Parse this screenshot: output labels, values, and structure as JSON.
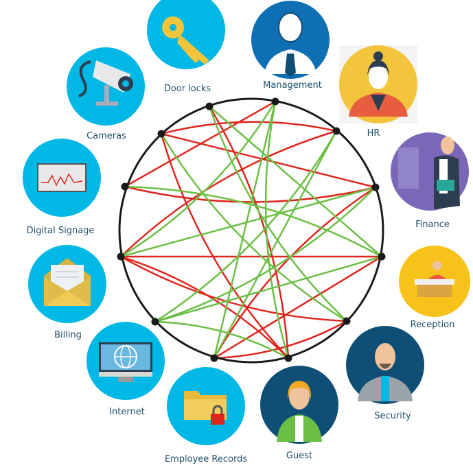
{
  "title": "Network connections between departments and devices",
  "colors": {
    "cyan": "#00b8e6",
    "navy": "#0f4f75",
    "ring": "#1a1a1a",
    "link_ok": "#6cbf45",
    "link_bad": "#e0261c",
    "text": "#1f4e6b"
  },
  "nodes": [
    {
      "id": "door-locks",
      "label": "Door locks",
      "icon": "key-icon"
    },
    {
      "id": "management",
      "label": "Management",
      "icon": "manager-icon"
    },
    {
      "id": "hr",
      "label": "HR",
      "icon": "hr-person-icon"
    },
    {
      "id": "finance",
      "label": "Finance",
      "icon": "finance-person-icon"
    },
    {
      "id": "reception",
      "label": "Reception",
      "icon": "reception-desk-icon"
    },
    {
      "id": "security",
      "label": "Security",
      "icon": "security-guard-icon"
    },
    {
      "id": "guest",
      "label": "Guest",
      "icon": "guest-person-icon"
    },
    {
      "id": "employee-records",
      "label": "Employee Records",
      "icon": "locked-folder-icon"
    },
    {
      "id": "internet",
      "label": "Internet",
      "icon": "globe-monitor-icon"
    },
    {
      "id": "billing",
      "label": "Billing",
      "icon": "envelope-icon"
    },
    {
      "id": "digital-signage",
      "label": "Digital Signage",
      "icon": "signage-screen-icon"
    },
    {
      "id": "cameras",
      "label": "Cameras",
      "icon": "security-camera-icon"
    }
  ],
  "links": [
    {
      "from": 11,
      "to": 2,
      "status": "bad"
    },
    {
      "from": 11,
      "to": 3,
      "status": "bad"
    },
    {
      "from": 11,
      "to": 6,
      "status": "bad"
    },
    {
      "from": 0,
      "to": 6,
      "status": "bad"
    },
    {
      "from": 10,
      "to": 1,
      "status": "bad"
    },
    {
      "from": 10,
      "to": 3,
      "status": "bad"
    },
    {
      "from": 9,
      "to": 2,
      "status": "bad"
    },
    {
      "from": 9,
      "to": 4,
      "status": "bad"
    },
    {
      "from": 9,
      "to": 5,
      "status": "bad"
    },
    {
      "from": 9,
      "to": 6,
      "status": "bad"
    },
    {
      "from": 7,
      "to": 4,
      "status": "bad"
    },
    {
      "from": 7,
      "to": 5,
      "status": "bad"
    },
    {
      "from": 7,
      "to": 3,
      "status": "bad"
    },
    {
      "from": 0,
      "to": 4,
      "status": "ok"
    },
    {
      "from": 0,
      "to": 5,
      "status": "ok"
    },
    {
      "from": 1,
      "to": 9,
      "status": "ok"
    },
    {
      "from": 1,
      "to": 7,
      "status": "ok"
    },
    {
      "from": 1,
      "to": 6,
      "status": "ok"
    },
    {
      "from": 2,
      "to": 8,
      "status": "ok"
    },
    {
      "from": 2,
      "to": 7,
      "status": "ok"
    },
    {
      "from": 11,
      "to": 5,
      "status": "ok"
    },
    {
      "from": 10,
      "to": 4,
      "status": "ok"
    },
    {
      "from": 8,
      "to": 4,
      "status": "ok"
    },
    {
      "from": 8,
      "to": 3,
      "status": "ok"
    },
    {
      "from": 8,
      "to": 6,
      "status": "ok"
    },
    {
      "from": 9,
      "to": 3,
      "status": "ok"
    }
  ]
}
